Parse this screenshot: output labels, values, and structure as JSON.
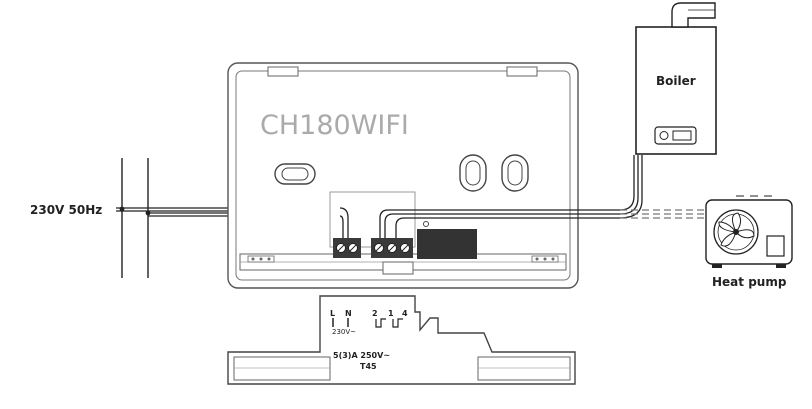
{
  "device": {
    "model": "CH180WIFI"
  },
  "supply": {
    "label": "230V 50Hz"
  },
  "boiler": {
    "label": "Boiler"
  },
  "heat_pump": {
    "label": "Heat pump"
  },
  "terminal_plate": {
    "l": "L",
    "n": "N",
    "voltage": "230V~",
    "t2": "2",
    "t1": "1",
    "t4": "4",
    "rating": "5(3)A  250V~",
    "temp": "T45"
  }
}
